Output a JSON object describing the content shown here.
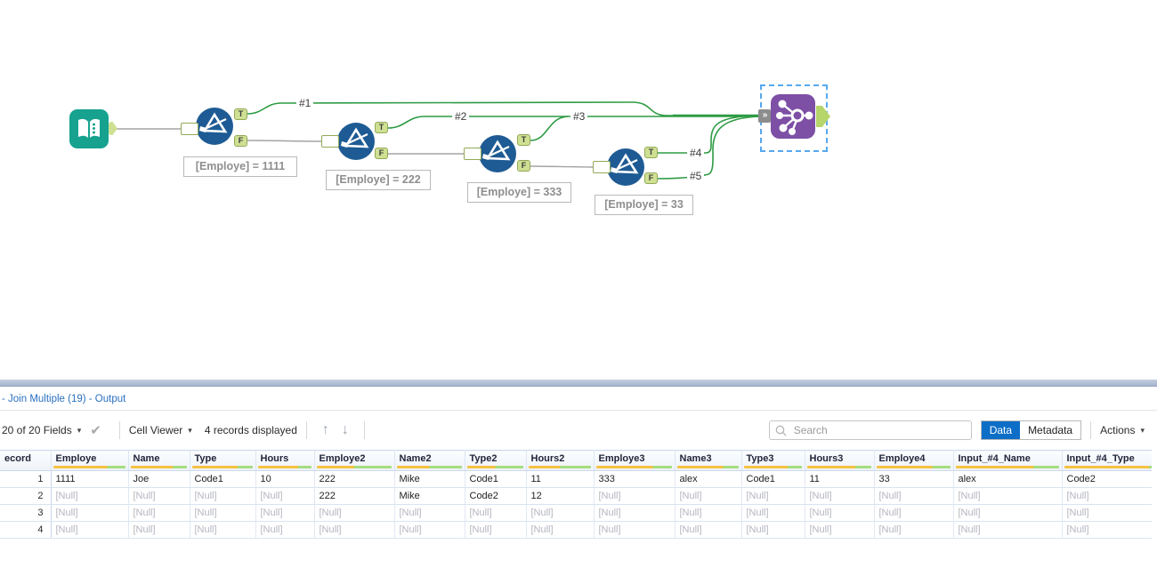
{
  "canvas": {
    "annotations": [
      "[Employe] = 1111",
      "[Employe] = 222",
      "[Employe] = 333",
      "[Employe] = 33"
    ],
    "wire_labels": [
      "#1",
      "#2",
      "#3",
      "#4",
      "#5"
    ],
    "anchor_true": "T",
    "anchor_false": "F"
  },
  "icons": {
    "caret_down": "▾",
    "check": "✔",
    "arrow_up": "↑",
    "arrow_down": "↓",
    "join_input_chevrons": "»"
  },
  "results": {
    "title": "- Join Multiple (19) - Output",
    "toolbar": {
      "fields": "20 of 20 Fields",
      "cell_viewer": "Cell Viewer",
      "records": "4 records displayed",
      "search_placeholder": "Search",
      "tabs": {
        "data": "Data",
        "metadata": "Metadata"
      },
      "actions": "Actions"
    },
    "table": {
      "record_header": "ecord",
      "null_text": "[Null]",
      "columns": [
        {
          "label": "Employe",
          "width": 87,
          "null_pct": 75
        },
        {
          "label": "Name",
          "width": 69,
          "null_pct": 75
        },
        {
          "label": "Type",
          "width": 74,
          "null_pct": 75
        },
        {
          "label": "Hours",
          "width": 66,
          "null_pct": 75
        },
        {
          "label": "Employe2",
          "width": 90,
          "null_pct": 50
        },
        {
          "label": "Name2",
          "width": 79,
          "null_pct": 50
        },
        {
          "label": "Type2",
          "width": 69,
          "null_pct": 50
        },
        {
          "label": "Hours2",
          "width": 76,
          "null_pct": 50
        },
        {
          "label": "Employe3",
          "width": 91,
          "null_pct": 75
        },
        {
          "label": "Name3",
          "width": 75,
          "null_pct": 75
        },
        {
          "label": "Type3",
          "width": 71,
          "null_pct": 75
        },
        {
          "label": "Hours3",
          "width": 78,
          "null_pct": 75
        },
        {
          "label": "Employe4",
          "width": 89,
          "null_pct": 75
        },
        {
          "label": "Input_#4_Name",
          "width": 122,
          "null_pct": 75
        },
        {
          "label": "Input_#4_Type",
          "width": 133,
          "null_pct": 75
        }
      ],
      "rows": [
        {
          "record": "1",
          "cells": [
            "1111",
            "Joe",
            "Code1",
            "10",
            "222",
            "Mike",
            "Code1",
            "11",
            "333",
            "alex",
            "Code1",
            "11",
            "33",
            "alex",
            "Code2"
          ]
        },
        {
          "record": "2",
          "cells": [
            "[Null]",
            "[Null]",
            "[Null]",
            "[Null]",
            "222",
            "Mike",
            "Code2",
            "12",
            "[Null]",
            "[Null]",
            "[Null]",
            "[Null]",
            "[Null]",
            "[Null]",
            "[Null]"
          ]
        },
        {
          "record": "3",
          "cells": [
            "[Null]",
            "[Null]",
            "[Null]",
            "[Null]",
            "[Null]",
            "[Null]",
            "[Null]",
            "[Null]",
            "[Null]",
            "[Null]",
            "[Null]",
            "[Null]",
            "[Null]",
            "[Null]",
            "[Null]"
          ]
        },
        {
          "record": "4",
          "cells": [
            "[Null]",
            "[Null]",
            "[Null]",
            "[Null]",
            "[Null]",
            "[Null]",
            "[Null]",
            "[Null]",
            "[Null]",
            "[Null]",
            "[Null]",
            "[Null]",
            "[Null]",
            "[Null]",
            "[Null]"
          ]
        }
      ]
    }
  },
  "colors": {
    "input_tool_teal": "#16a28f",
    "filter_tool_blue": "#1e5b94",
    "join_tool_purple": "#7d4fa5",
    "selection_dash_blue": "#55a8f0",
    "wire_green": "#2e9b44",
    "wire_gray": "#a3a3a3",
    "anchor_green": "#cfe093",
    "quality_null_yellow": "#f5c243",
    "quality_ok_green": "#a5dd7e",
    "active_tab_blue": "#0d6ec7",
    "title_link_blue": "#2a6fc0"
  }
}
